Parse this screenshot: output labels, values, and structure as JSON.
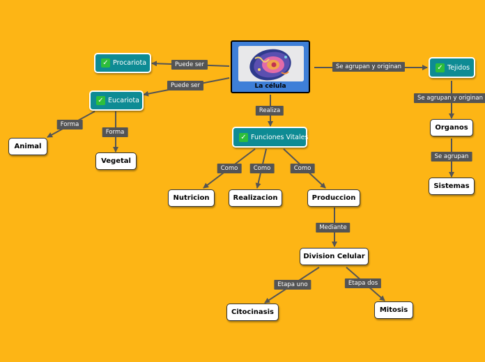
{
  "center": {
    "title": "La célula",
    "image": "cell-illustration"
  },
  "nodes": {
    "procariota": "Procariota",
    "eucariota": "Eucariota",
    "animal": "Animal",
    "vegetal": "Vegetal",
    "funciones": "Funciones Vitales",
    "nutricion": "Nutricion",
    "realizacion": "Realizacion",
    "produccion": "Produccion",
    "division": "Division Celular",
    "citocinasis": "Citocinasis",
    "mitosis": "Mitosis",
    "tejidos": "Tejidos",
    "organos": "Organos",
    "sistemas": "Sistemas"
  },
  "labels": {
    "puede_ser_1": "Puede ser",
    "puede_ser_2": "Puede ser",
    "forma_1": "Forma",
    "forma_2": "Forma",
    "realiza": "Realiza",
    "como_1": "Como",
    "como_2": "Como",
    "como_3": "Como",
    "mediante": "Mediante",
    "etapa_uno": "Etapa uno",
    "etapa_dos": "Etapa dos",
    "agrupan_1": "Se agrupan y originan",
    "agrupan_2": "Se agrupan y originan",
    "agrupan_3": "Se agrupan"
  },
  "colors": {
    "background": "#FDB515",
    "central": "#3E7FD8",
    "teal_node": "#0E8B94",
    "label": "#545454",
    "check": "#2DBE3C"
  },
  "icons": {
    "check": "check-icon"
  }
}
